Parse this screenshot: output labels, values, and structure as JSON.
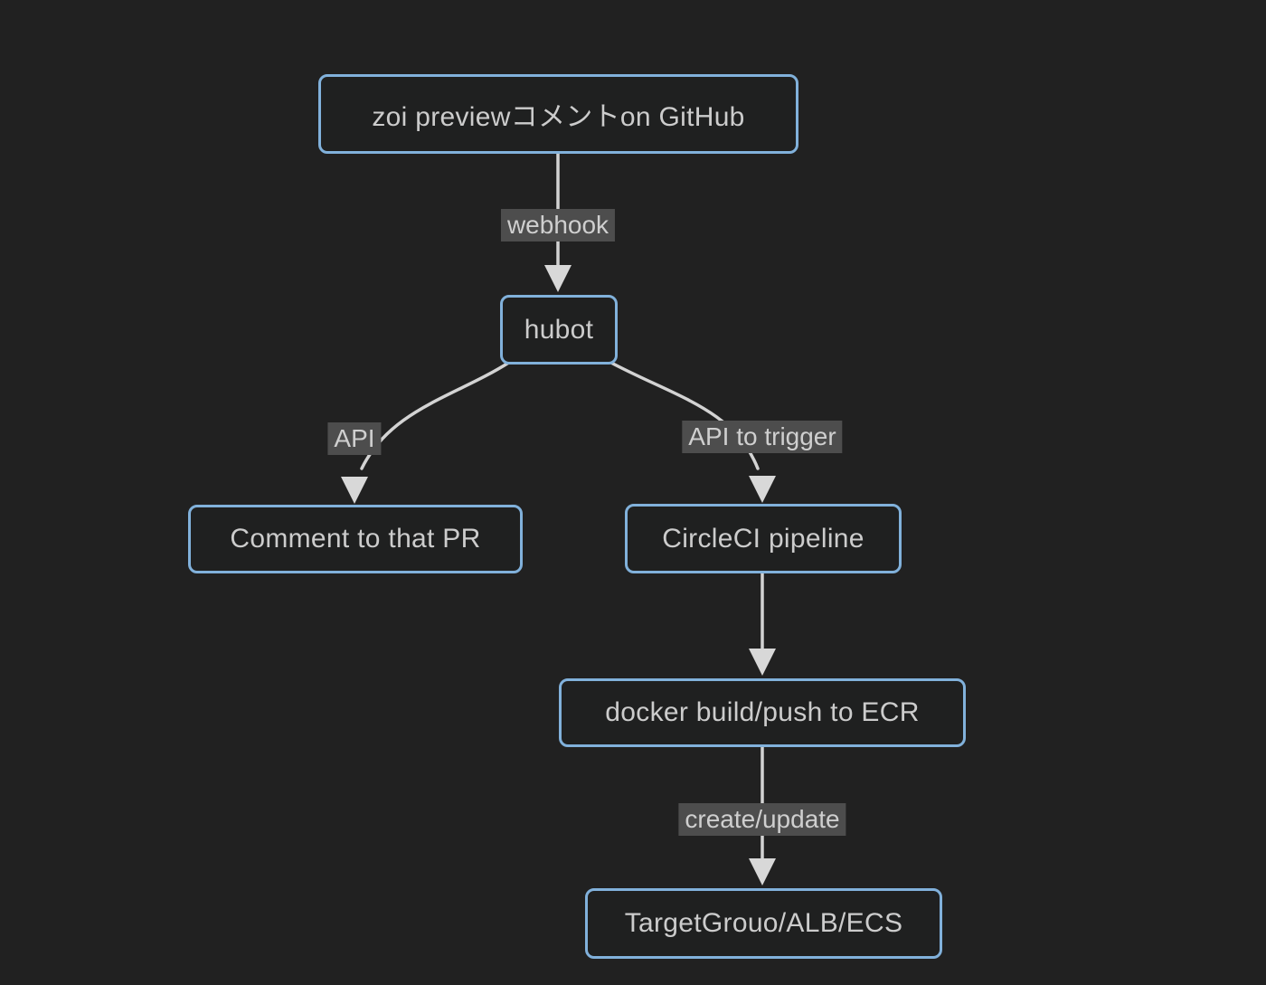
{
  "diagram": {
    "type": "flowchart",
    "direction": "top-down",
    "colors": {
      "background": "#212121",
      "node_fill": "#1f2020",
      "node_border": "#81b1db",
      "node_text": "#cccccc",
      "edge_line": "#d3d3d3",
      "arrowhead": "#d8d8d8",
      "edge_label_background": "#4d4d4d",
      "edge_label_text": "#cfcfcf"
    },
    "nodes": {
      "github": {
        "label": "zoi previewコメントon GitHub"
      },
      "hubot": {
        "label": "hubot"
      },
      "comment_pr": {
        "label": "Comment to that PR"
      },
      "circleci": {
        "label": "CircleCI pipeline"
      },
      "docker": {
        "label": "docker build/push to ECR"
      },
      "target": {
        "label": "TargetGrouo/ALB/ECS"
      }
    },
    "edges": [
      {
        "from": "github",
        "to": "hubot",
        "label": "webhook"
      },
      {
        "from": "hubot",
        "to": "comment_pr",
        "label": "API"
      },
      {
        "from": "hubot",
        "to": "circleci",
        "label": "API to trigger"
      },
      {
        "from": "circleci",
        "to": "docker",
        "label": ""
      },
      {
        "from": "docker",
        "to": "target",
        "label": "create/update"
      }
    ]
  }
}
